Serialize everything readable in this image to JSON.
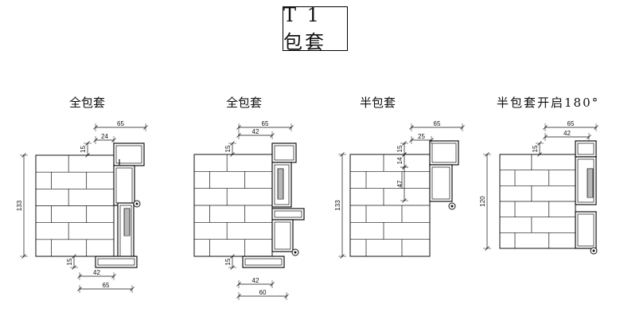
{
  "title": "T 1 包套",
  "panels": [
    {
      "label": "全包套",
      "dims": {
        "top_outer": "65",
        "top_inner": "24",
        "top_stub": "15",
        "height": "133",
        "bottom_stub": "15",
        "bottom_inner": "42",
        "bottom_outer": "65"
      }
    },
    {
      "label": "全包套",
      "dims": {
        "top_outer": "65",
        "top_inner": "42",
        "top_stub": "15",
        "bottom_stub": "15",
        "bottom_inner": "42",
        "bottom_outer": "60"
      }
    },
    {
      "label": "半包套",
      "dims": {
        "top_outer": "65",
        "top_inner": "25",
        "top_stub": "15",
        "side_a": "14",
        "side_b": "47",
        "height": "133"
      }
    },
    {
      "label": "半包套开启180°",
      "dims": {
        "top_outer": "65",
        "top_inner": "42",
        "top_stub": "15",
        "height": "120"
      }
    }
  ]
}
